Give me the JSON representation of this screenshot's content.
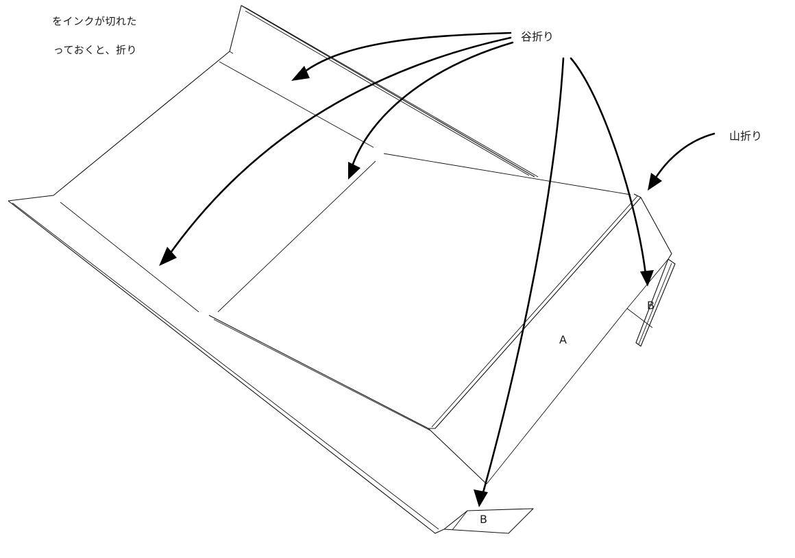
{
  "intro_text": {
    "line1": "をインクが切れた",
    "line2": "っておくと、折り"
  },
  "callouts": {
    "valley_fold": "谷折り",
    "mountain_fold": "山折り"
  },
  "panel_labels": {
    "a_main": "A",
    "b_right": "B",
    "b_bottom": "B"
  },
  "colors": {
    "line": "#111111",
    "arrow": "#000000",
    "background": "#ffffff"
  }
}
